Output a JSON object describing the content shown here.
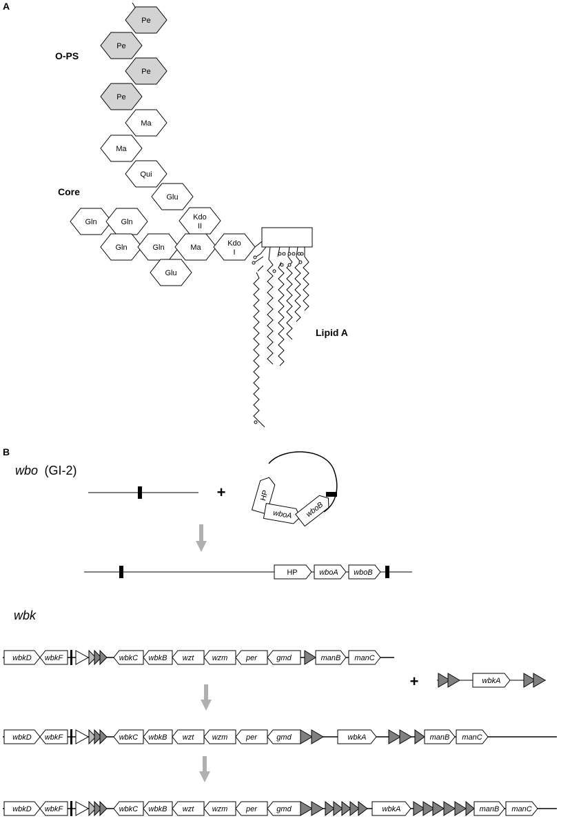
{
  "panels": {
    "a": "A",
    "b": "B"
  },
  "labels": {
    "ops": "O-PS",
    "core": "Core",
    "lipid_a": "Lipid A"
  },
  "sugars": {
    "pe": "Pe",
    "ma": "Ma",
    "qui": "Qui",
    "glu": "Glu",
    "gln": "Gln",
    "kdo2": [
      "Kdo",
      "II"
    ],
    "kdo1": [
      "Kdo",
      "I"
    ]
  },
  "wbo": {
    "title_italic": "wbo",
    "title_rest": "(GI-2)",
    "plus": "+",
    "genes": {
      "hp": "HP",
      "wboA": "wboA",
      "wboB": "wboB"
    }
  },
  "wbk": {
    "title": "wbk",
    "plus": "+",
    "genes": {
      "wbkD": "wbkD",
      "wbkF": "wbkF",
      "wbkC": "wbkC",
      "wbkB": "wbkB",
      "wzt": "wzt",
      "wzm": "wzm",
      "per": "per",
      "gmd": "gmd",
      "manB": "manB",
      "manC": "manC",
      "wbkA": "wbkA"
    }
  },
  "colors": {
    "shaded": "#d3d3d3",
    "repeat": "#808080",
    "arrow": "#b0b0b0",
    "line": "#000000"
  }
}
